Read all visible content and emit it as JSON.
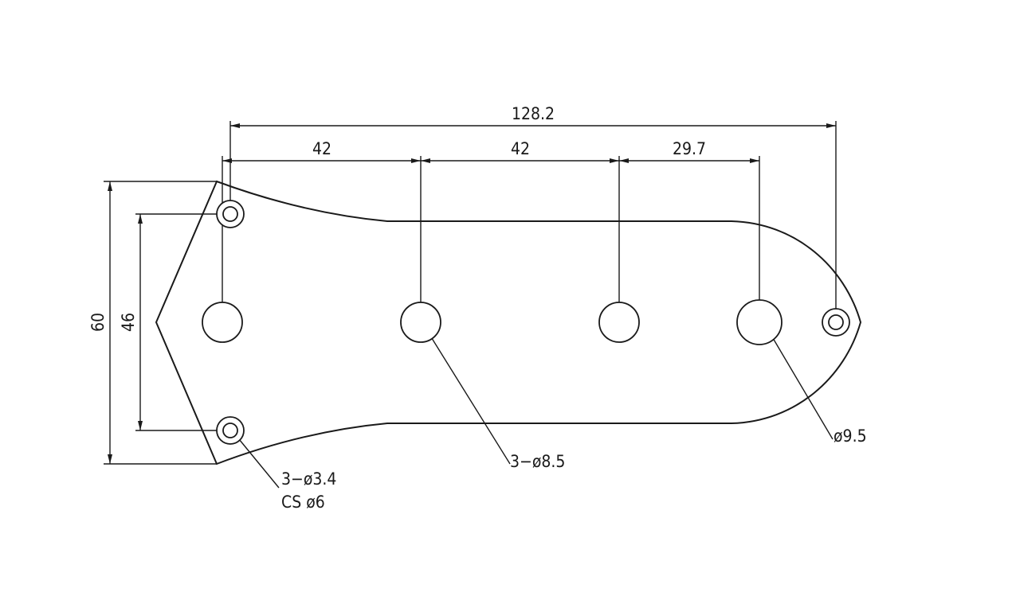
{
  "dimensions": {
    "overall_length": "128.2",
    "spacing_1": "42",
    "spacing_2": "42",
    "spacing_3": "29.7",
    "overall_height": "60",
    "mount_hole_spacing": "46"
  },
  "callouts": {
    "mount_holes_line1": "3−ø3.4",
    "mount_holes_line2": "CS ø6",
    "small_knob_holes": "3−ø8.5",
    "large_knob_hole": "ø9.5"
  }
}
